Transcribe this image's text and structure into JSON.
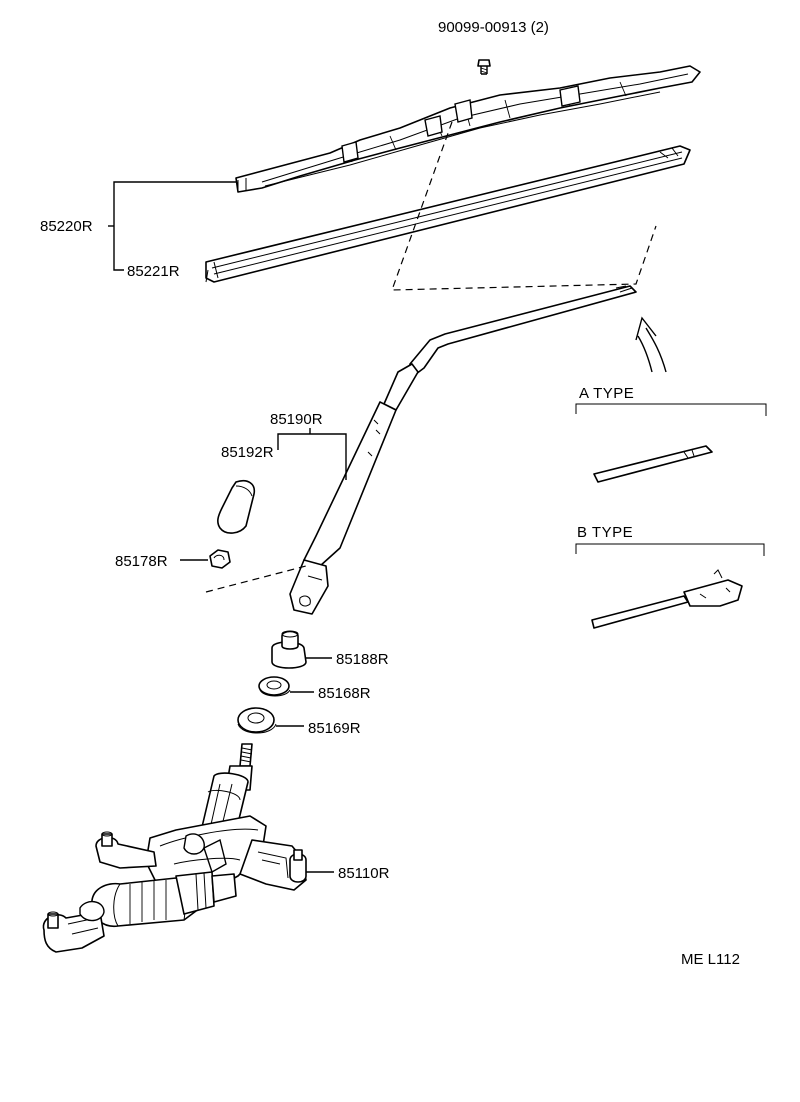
{
  "labels": {
    "screw": "90099-00913 (2)",
    "blade_assy": "85220R",
    "blade_rubber": "85221R",
    "arm_assy": "85190R",
    "arm_cap": "85192R",
    "nut": "85178R",
    "cushion": "85188R",
    "washer": "85168R",
    "seal": "85169R",
    "motor": "85110R"
  },
  "types": {
    "a": "A  TYPE",
    "b": "B  TYPE"
  },
  "code": "ME  L112"
}
